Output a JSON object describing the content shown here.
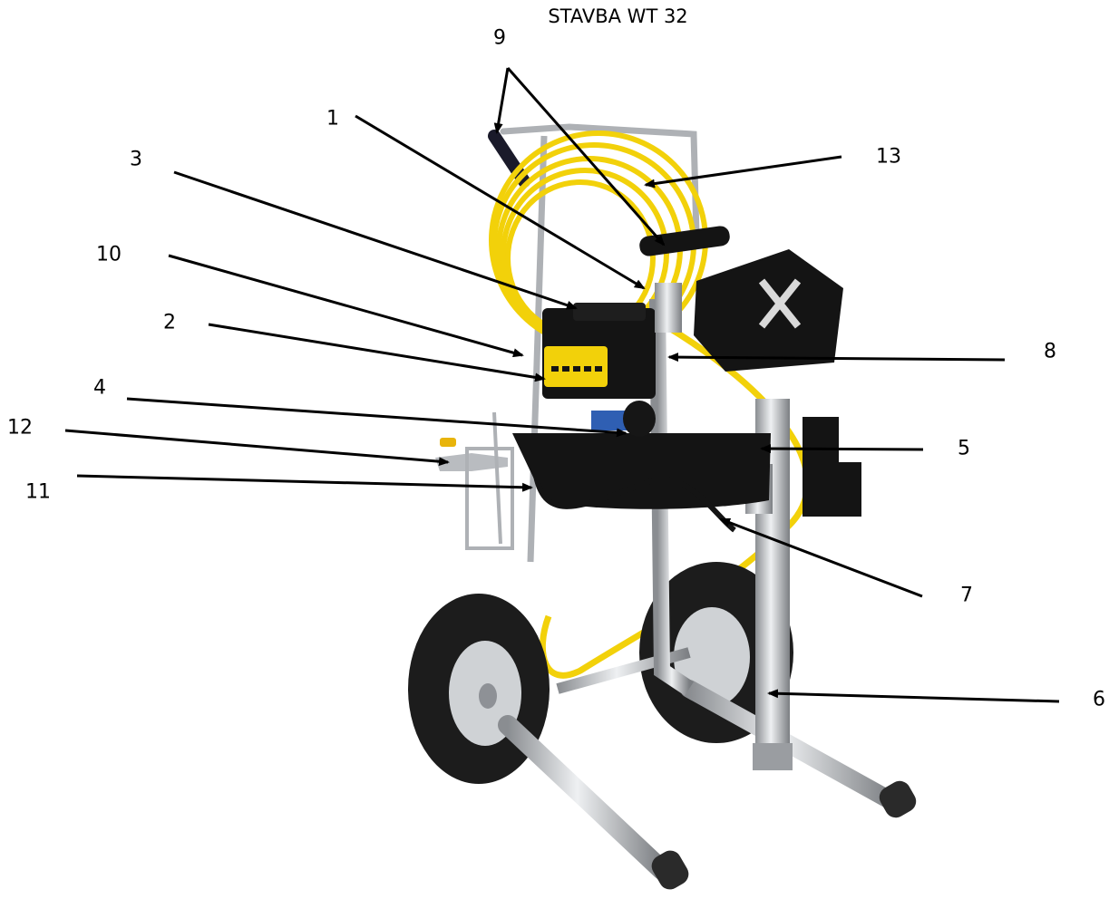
{
  "title": "STAVBA WT 32",
  "labels": [
    "1",
    "2",
    "3",
    "4",
    "5",
    "6",
    "7",
    "8",
    "9",
    "10",
    "11",
    "12",
    "13"
  ],
  "colors": {
    "hose": "#f2d10a",
    "frame": "#b9bcc0",
    "body": "#141414",
    "tire": "#1c1c1c",
    "ink": "#000000"
  }
}
